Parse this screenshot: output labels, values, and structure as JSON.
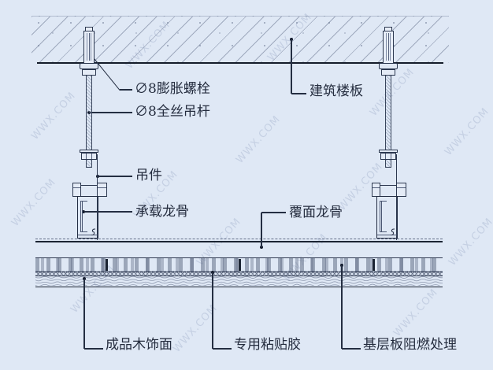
{
  "watermark": {
    "text": "WWX.COM"
  },
  "labels": {
    "expansion_bolt": "∅8膨胀螺栓",
    "hanger_rod": "∅8全丝吊杆",
    "floor_slab": "建筑楼板",
    "hanger": "吊件",
    "carrier_keel": "承载龙骨",
    "covering_keel": "覆面龙骨",
    "wood_veneer": "成品木饰面",
    "adhesive": "专用粘贴胶",
    "base_board": "基层板阻燃处理"
  },
  "colors": {
    "background": "#dfe8f5",
    "ink": "#1b2433",
    "hatch": "#6a7692",
    "watermark": "#94a2c2"
  }
}
